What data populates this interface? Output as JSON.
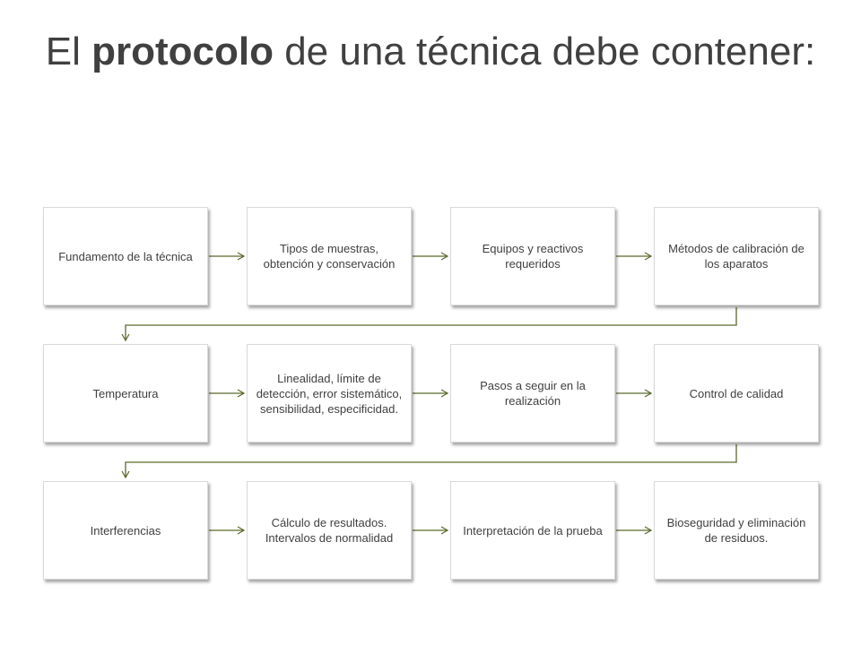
{
  "title": {
    "before": "El ",
    "bold": "protocolo",
    "after": " de una técnica debe contener:"
  },
  "steps": [
    "Fundamento  de la técnica",
    "Tipos de muestras, obtención y conservación",
    "Equipos y reactivos requeridos",
    "Métodos de calibración de los aparatos",
    "Temperatura",
    "Linealidad, límite de detección, error sistemático, sensibilidad, especificidad.",
    "Pasos a seguir en la realización",
    "Control de calidad",
    "Interferencias",
    "Cálculo de resultados. Intervalos de normalidad",
    "Interpretación de la prueba",
    "Bioseguridad y eliminación de residuos."
  ],
  "colors": {
    "connector": "#5a6a2c",
    "text": "#404040",
    "box_border": "#d9d9d9"
  }
}
